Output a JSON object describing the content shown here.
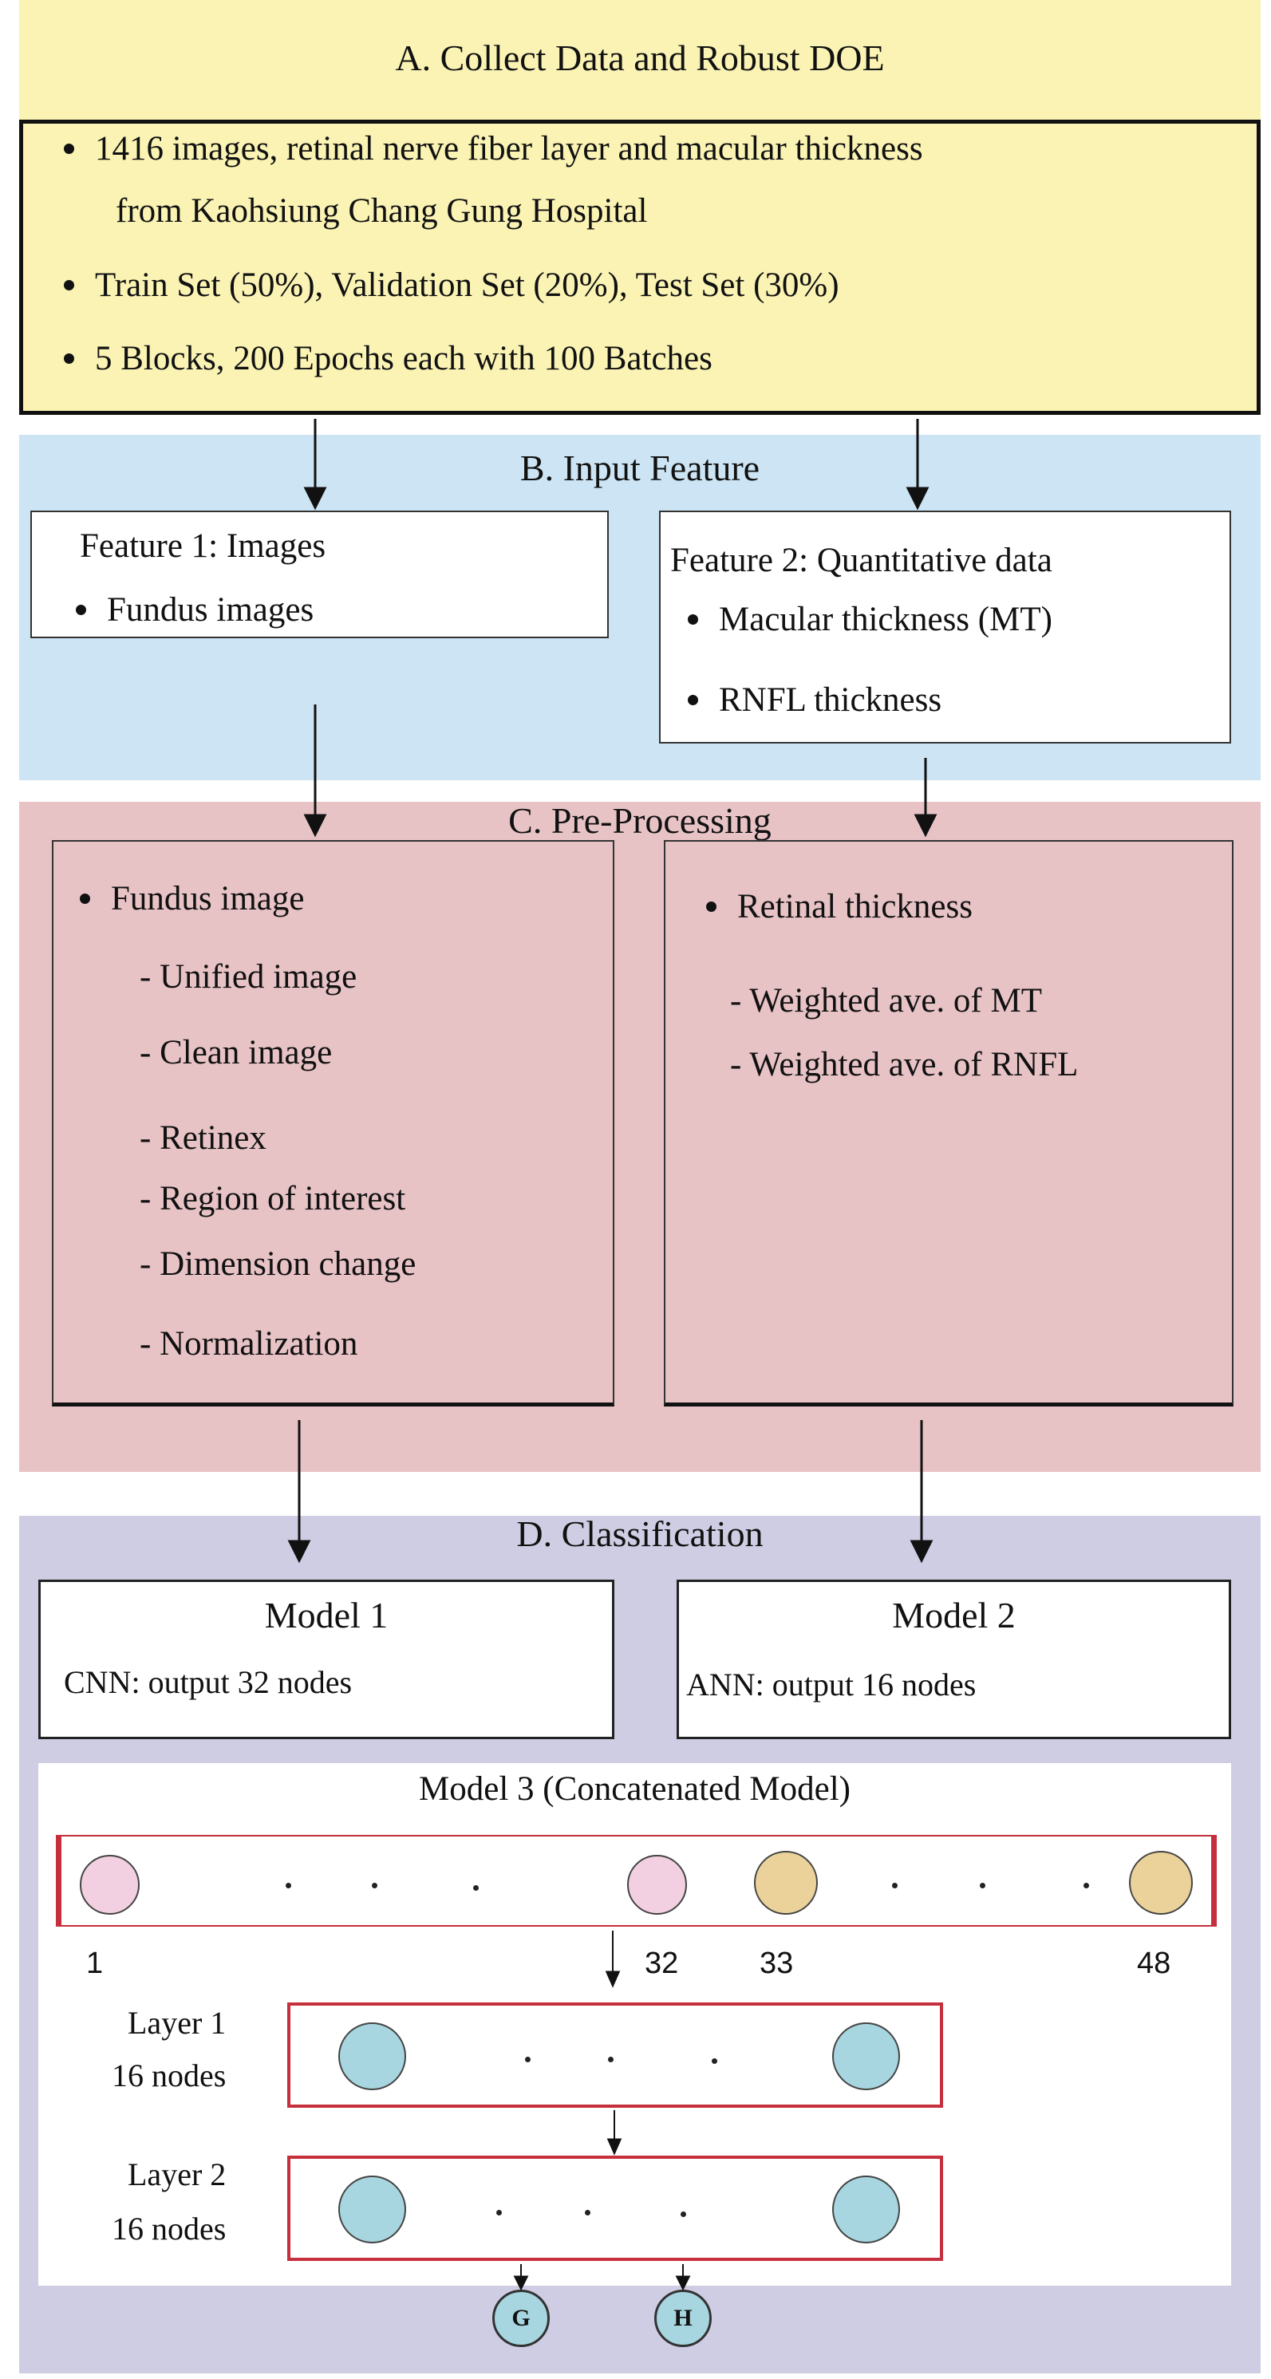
{
  "section_a": {
    "title": "A. Collect Data and Robust DOE",
    "bullets": [
      "1416 images, retinal nerve fiber layer and macular thickness",
      "Train Set (50%), Validation Set (20%), Test Set (30%)",
      "5 Blocks, 200 Epochs each with 100 Batches"
    ],
    "bullet_1_cont": "from Kaohsiung Chang Gung Hospital"
  },
  "section_b": {
    "title": "B. Input Feature",
    "feature1": {
      "heading": "Feature 1: Images",
      "items": [
        "Fundus images"
      ]
    },
    "feature2": {
      "heading": "Feature 2: Quantitative data",
      "items": [
        "Macular thickness (MT)",
        "RNFL thickness"
      ]
    }
  },
  "section_c": {
    "title": "C. Pre-Processing",
    "left": {
      "bullet": "Fundus image",
      "steps": [
        "- Unified image",
        "- Clean image",
        "- Retinex",
        "- Region of interest",
        "- Dimension change",
        "- Normalization"
      ]
    },
    "right": {
      "bullet": "Retinal thickness",
      "steps": [
        "- Weighted ave. of MT",
        "- Weighted ave. of RNFL"
      ]
    }
  },
  "section_d": {
    "title": "D. Classification",
    "model1": {
      "title": "Model 1",
      "desc": "CNN: output 32 nodes"
    },
    "model2": {
      "title": "Model 2",
      "desc": "ANN: output 16 nodes"
    },
    "model3": {
      "title": "Model 3 (Concatenated Model)",
      "index_labels": [
        "1",
        "32",
        "33",
        "48"
      ],
      "layer1": {
        "name": "Layer 1",
        "nodes": "16 nodes"
      },
      "layer2": {
        "name": "Layer 2",
        "nodes": "16 nodes"
      },
      "outputs": [
        "G",
        "H"
      ]
    }
  },
  "colors": {
    "yellow_band": "#faf3b4",
    "blue_band": "#cce4f3",
    "red_band": "#e8c3c6",
    "purple_band": "#cfcde3",
    "pink_node": "#f3d0e1",
    "tan_node": "#ead29a",
    "teal_node": "#a7d6e0",
    "red_border": "#c62f3c"
  }
}
